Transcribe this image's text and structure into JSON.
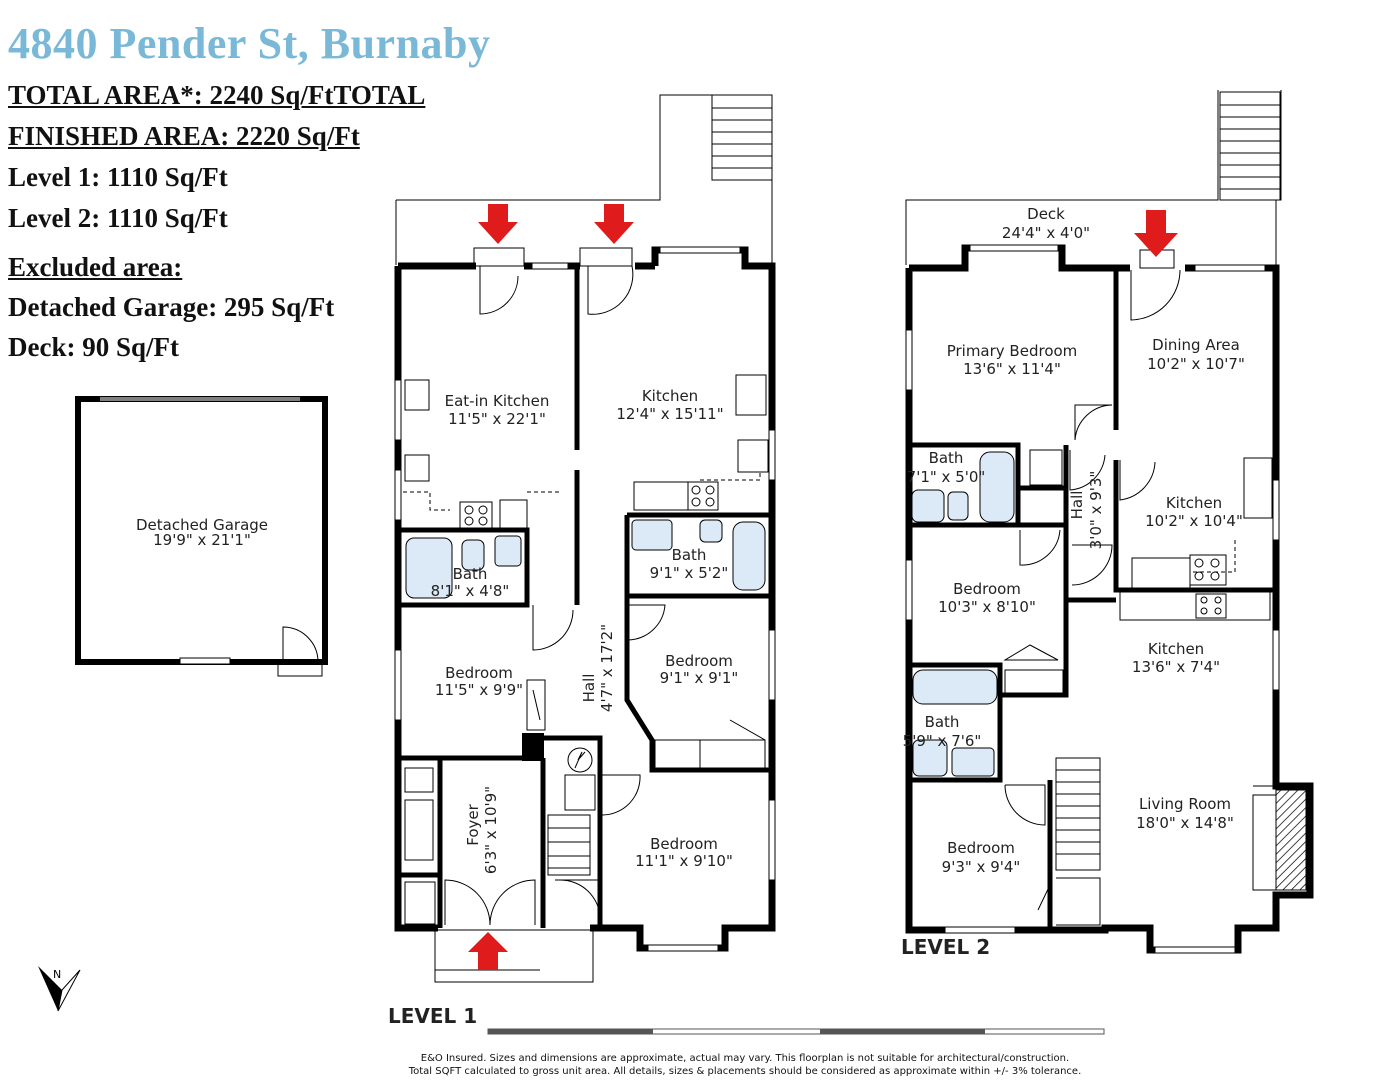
{
  "title": "4840 Pender St, Burnaby",
  "summary": {
    "total": "TOTAL AREA*: 2240 Sq/FtTOTAL",
    "finished": "FINISHED AREA: 2220 Sq/Ft",
    "level1": "Level 1: 1110 Sq/Ft",
    "level2": "Level 2: 1110 Sq/Ft",
    "excluded_heading": "Excluded area:",
    "garage": "Detached Garage: 295 Sq/Ft",
    "deck": "Deck: 90 Sq/Ft"
  },
  "garage": {
    "name": "Detached Garage",
    "dim": "19'9\" x 21'1\""
  },
  "level1": {
    "label": "LEVEL 1",
    "rooms": [
      {
        "name": "Eat-in Kitchen",
        "dim": "11'5\" x 22'1\""
      },
      {
        "name": "Kitchen",
        "dim": "12'4\" x 15'11\""
      },
      {
        "name": "Bath",
        "dim": "8'1\" x 4'8\""
      },
      {
        "name": "Bath",
        "dim": "9'1\" x 5'2\""
      },
      {
        "name": "Bedroom",
        "dim": "11'5\" x 9'9\""
      },
      {
        "name": "Bedroom",
        "dim": "9'1\" x 9'1\""
      },
      {
        "name": "Bedroom",
        "dim": "11'1\" x 9'10\""
      },
      {
        "name": "Hall",
        "dim": "4'7\" x 17'2\""
      },
      {
        "name": "Foyer",
        "dim": "6'3\" x 10'9\""
      }
    ]
  },
  "level2": {
    "label": "LEVEL 2",
    "rooms": [
      {
        "name": "Deck",
        "dim": "24'4\" x 4'0\""
      },
      {
        "name": "Primary Bedroom",
        "dim": "13'6\" x 11'4\""
      },
      {
        "name": "Dining Area",
        "dim": "10'2\" x 10'7\""
      },
      {
        "name": "Bath",
        "dim": "7'1\" x 5'0\""
      },
      {
        "name": "Hall",
        "dim": "3'0\" x 9'3\""
      },
      {
        "name": "Kitchen",
        "dim": "10'2\" x 10'4\""
      },
      {
        "name": "Bedroom",
        "dim": "10'3\" x 8'10\""
      },
      {
        "name": "Kitchen",
        "dim": "13'6\" x 7'4\""
      },
      {
        "name": "Bath",
        "dim": "5'9\" x 7'6\""
      },
      {
        "name": "Living Room",
        "dim": "18'0\" x 14'8\""
      },
      {
        "name": "Bedroom",
        "dim": "9'3\" x 9'4\""
      }
    ]
  },
  "compass": {
    "label": "N"
  },
  "disclaimer": {
    "line1": "E&O Insured. Sizes and dimensions are approximate, actual may vary. This floorplan is not suitable for architectural/construction.",
    "line2": "Total SQFT calculated to gross unit area. All details, sizes & placements should be considered as approximate within +/- 3% tolerance."
  },
  "colors": {
    "title": "#7ab8d8",
    "wall": "#000000",
    "fixture": "#dbeaf6",
    "arrow": "#e01b1b"
  }
}
